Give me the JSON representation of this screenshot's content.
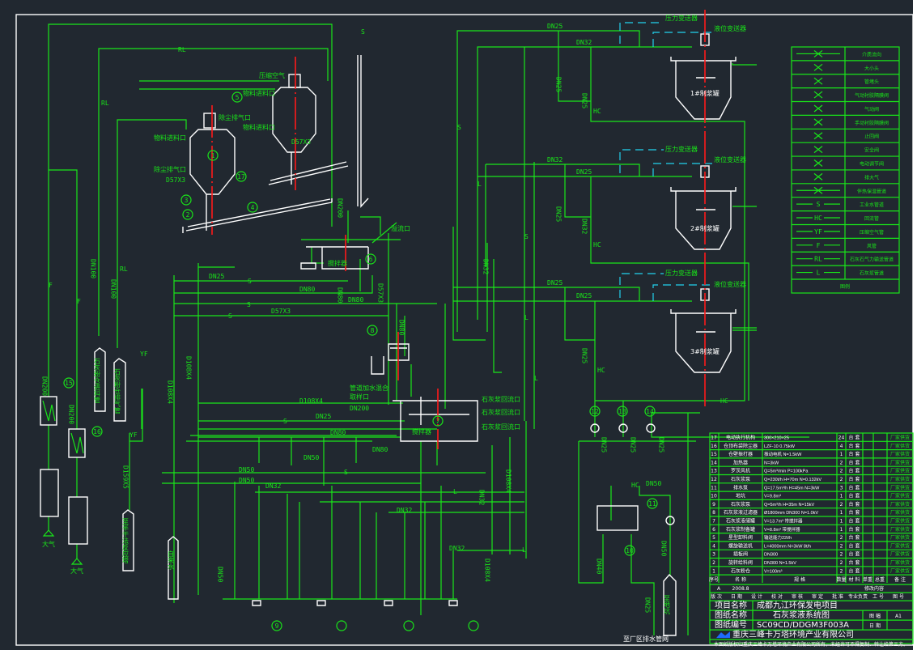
{
  "colors": {
    "background": "#212830",
    "pipe": "#19e619",
    "equipment": "#ffffff",
    "signal": "#22d3ee",
    "centerline": "#ff1a1a"
  },
  "equipment_labels": {
    "tank1": "1#制浆罐",
    "tank2": "2#制浆罐",
    "tank3": "3#制浆罐",
    "tank6": "搅拌器",
    "tank7": "搅拌器",
    "air_in": "压缩空气",
    "level_1": "液位变送器",
    "level_2": "液位变送器",
    "level_3": "液位变送器",
    "sig_1": "压力变送器",
    "sig_2": "压力变送器",
    "sig_3": "压力变送器",
    "atm_1": "大气",
    "atm_2": "大气",
    "silo_in": "石灰粉仓进料管",
    "silo_exh": "石灰粉仓排气管",
    "to_reactor": "至半干法反应塔",
    "water_in": "自来水",
    "to_pit": "至地坑",
    "drain": "至厂区排水管网",
    "feed_1": "物料进料口",
    "feed_2": "物料进料口",
    "feed_3": "物料进料口",
    "exh_1": "除尘排气口",
    "exh_2": "除尘排气口",
    "overflow": "溢流口",
    "return_1": "石灰浆回流口",
    "return_2": "石灰浆回流口",
    "return_3": "石灰浆回流口",
    "sample": "取样口",
    "mix_in": "管道加水混合"
  },
  "pipe_labels": [
    "DN25",
    "DN32",
    "DN25",
    "DN25",
    "DN32",
    "DN25",
    "DN25",
    "DN32",
    "DN25",
    "DN25",
    "DN25",
    "DN80",
    "DN25",
    "DN80",
    "D57X3",
    "D57X3",
    "D57X3",
    "D57X3",
    "DN200",
    "DN80",
    "DN80",
    "D108X4",
    "DN200",
    "DN25",
    "DN80",
    "DN80",
    "DN50",
    "DN50",
    "DN50",
    "DN50",
    "DN32",
    "DN32",
    "DN32",
    "DN32",
    "D108X4",
    "D108X4",
    "D108X4",
    "D108X4",
    "DN100",
    "DN100",
    "DN200",
    "DN200",
    "D159X5",
    "DN50",
    "DN40",
    "DN25",
    "DN25",
    "DN25",
    "DN25",
    "DN50",
    "DN32"
  ],
  "line_codes": [
    "S",
    "HC",
    "RL",
    "F",
    "YF",
    "L"
  ],
  "callouts": [
    "1",
    "2",
    "3",
    "4",
    "5",
    "6",
    "7",
    "8",
    "9",
    "10",
    "11",
    "12",
    "13",
    "14",
    "15",
    "16",
    "17"
  ],
  "legend": {
    "title": "图例",
    "items": [
      {
        "symbol": "flow-direction",
        "label": "介质流向"
      },
      {
        "symbol": "reducer",
        "label": "大小头"
      },
      {
        "symbol": "pipe-cap",
        "label": "管堵头"
      },
      {
        "symbol": "pneumatic-diaphragm-valve",
        "label": "气动衬胶隔膜阀"
      },
      {
        "symbol": "pneumatic-valve",
        "label": "气动阀"
      },
      {
        "symbol": "manual-diaphragm-valve",
        "label": "手动衬胶隔膜阀"
      },
      {
        "symbol": "check-valve",
        "label": "止回阀"
      },
      {
        "symbol": "safety-valve",
        "label": "安全阀"
      },
      {
        "symbol": "electric-control-valve",
        "label": "电动调节阀"
      },
      {
        "symbol": "vent",
        "label": "排大气"
      },
      {
        "symbol": "trace-pipe",
        "label": "伴热保温管道"
      },
      {
        "symbol": "S",
        "label": "工业水管道"
      },
      {
        "symbol": "HC",
        "label": "回流管"
      },
      {
        "symbol": "YF",
        "label": "压缩空气管"
      },
      {
        "symbol": "F",
        "label": "风管"
      },
      {
        "symbol": "RL",
        "label": "石灰石气力输送管道"
      },
      {
        "symbol": "L",
        "label": "石灰浆管道"
      }
    ]
  },
  "parts_list": [
    {
      "no": "17",
      "name": "电动执行机构",
      "spec": "300×210×25",
      "qty": "24",
      "unit": "台 套",
      "remark": "厂家供货"
    },
    {
      "no": "16",
      "name": "仓顶布袋除尘器",
      "spec": "LZF-10  0.75kW",
      "qty": "4",
      "unit": "台 套",
      "remark": "厂家供货"
    },
    {
      "no": "15",
      "name": "仓壁振打器",
      "spec": "振动电机 N=1.5kW",
      "qty": "1",
      "unit": "台 套",
      "remark": "厂家供货"
    },
    {
      "no": "14",
      "name": "加热器",
      "spec": "N=3kW",
      "qty": "2",
      "unit": "台 套",
      "remark": "厂家供货"
    },
    {
      "no": "13",
      "name": "罗茨风机",
      "spec": "Q=5m³/min P=100kPa",
      "qty": "2",
      "unit": "台 套",
      "remark": "厂家供货"
    },
    {
      "no": "12",
      "name": "石灰浆泵",
      "spec": "Q=230t/h H=70m N=0.132kV",
      "qty": "2",
      "unit": "台 套",
      "remark": "厂家供货"
    },
    {
      "no": "11",
      "name": "排水泵",
      "spec": "Q=17.5m³/h H=45m N=3kW",
      "qty": "3",
      "unit": "台 套",
      "remark": "厂家供货"
    },
    {
      "no": "10",
      "name": "地坑",
      "spec": "V=9.8m³",
      "qty": "1",
      "unit": "台 套",
      "remark": "厂家供货"
    },
    {
      "no": "9",
      "name": "石灰浆泵",
      "spec": "Q=5m³/h H=35m N=15kV",
      "qty": "2",
      "unit": "台 套",
      "remark": "厂家供货"
    },
    {
      "no": "8",
      "name": "石灰浆液过滤器",
      "spec": "Ø1800mm DN300 N=1.0kV",
      "qty": "1",
      "unit": "台 套",
      "remark": "厂家供货"
    },
    {
      "no": "7",
      "name": "石灰浆液储罐",
      "spec": "V=13.7m³ 带搅拌器",
      "qty": "1",
      "unit": "台 套",
      "remark": "厂家供货"
    },
    {
      "no": "6",
      "name": "石灰浆制备罐",
      "spec": "V=8.8m³ 带搅拌器",
      "qty": "1",
      "unit": "台 套",
      "remark": "厂家供货"
    },
    {
      "no": "5",
      "name": "星型卸料阀",
      "spec": "输送能力22t/h",
      "qty": "2",
      "unit": "台 套",
      "remark": "厂家供货"
    },
    {
      "no": "4",
      "name": "螺旋输送机",
      "spec": "L=4000mm N=3kW 8t/h",
      "qty": "2",
      "unit": "台 套",
      "remark": "厂家供货"
    },
    {
      "no": "3",
      "name": "插板阀",
      "spec": "DN300",
      "qty": "2",
      "unit": "台 套",
      "remark": "厂家供货"
    },
    {
      "no": "2",
      "name": "旋转给料阀",
      "spec": "DN300 N=1.5kV",
      "qty": "2",
      "unit": "台 套",
      "remark": "厂家供货"
    },
    {
      "no": "1",
      "name": "石灰粉仓",
      "spec": "V=100m³",
      "qty": "2",
      "unit": "台 套",
      "remark": "厂家供货"
    }
  ],
  "title_block": {
    "header": [
      "序号",
      "名  称",
      "规  格",
      "数量",
      "材  料",
      "单重",
      "总重",
      "备  注"
    ],
    "revision": {
      "version": "A",
      "date": "2008.8",
      "label": "修改内容"
    },
    "sign_row": [
      "版 次",
      "日 期",
      "设 计",
      "校 对",
      "审 核",
      "审 定",
      "批 准",
      "专业负责",
      "工 号",
      "图 号"
    ],
    "project_label": "项目名称",
    "project": "成都九江环保发电项目",
    "drawing_label": "图纸名称",
    "drawing_name": "石灰浆液系统图",
    "number_label": "图纸编号",
    "number": "SC09CD/DDGM3F003A",
    "size_label": "图 幅",
    "size": "A1",
    "date_label": "日 期",
    "company": "重庆三峰卡万塔环境产业有限公司",
    "note": "本图纸版权归重庆三峰卡万塔环境产业有限公司所有，未经许可不得复制、转让给第三方。"
  }
}
